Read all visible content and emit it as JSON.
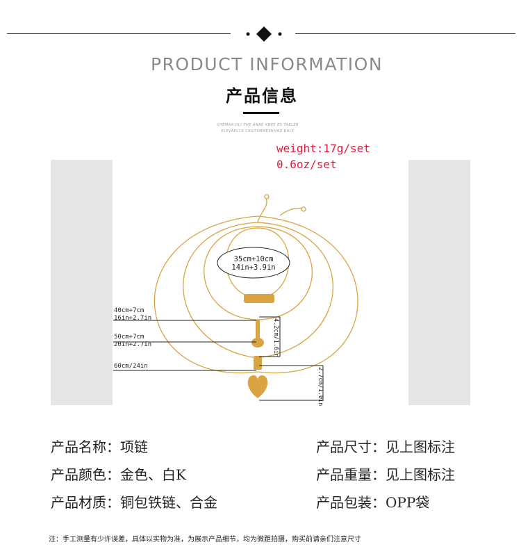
{
  "header": {
    "title_en": "PRODUCT INFORMATION",
    "title_cn": "产品信息",
    "tiny_line1": "CHEMAA OLI THE ANAE KNPE ES TAELEB",
    "tiny_line2": "ELEVAELCK CRGTSMMESHHAD BALE"
  },
  "weight": {
    "grams": "weight:17g/set",
    "ounces": "0.6oz/set"
  },
  "measurements": {
    "choker": {
      "cm": "35cm+10cm",
      "in": "14in+3.9in"
    },
    "rose": {
      "cm": "40cm+7cm",
      "in": "16in+2.7in"
    },
    "lock": {
      "cm": "50cm+7cm",
      "in": "20in+2.7in"
    },
    "heart": {
      "cm": "60cm/24in"
    },
    "rose_pendant": "4.2cm/1.6in",
    "heart_pendant": "2.7cm/1.0in"
  },
  "specs": {
    "name": "产品名称：项链",
    "color": "产品颜色：金色、白K",
    "material": "产品材质：铜包铁链、合金",
    "size": "产品尺寸：见上图标注",
    "weight": "产品重量：见上图标注",
    "package": "产品包装：OPP袋"
  },
  "footnote": "注：手工测量有少许误差，具体以实物为准，为展示产品细节，均为微距拍摄，购买前请亲们注意尺寸",
  "colors": {
    "accent_red": "#e8193a",
    "gold": "#d9a441",
    "panel_gray": "#e6e6e6"
  }
}
